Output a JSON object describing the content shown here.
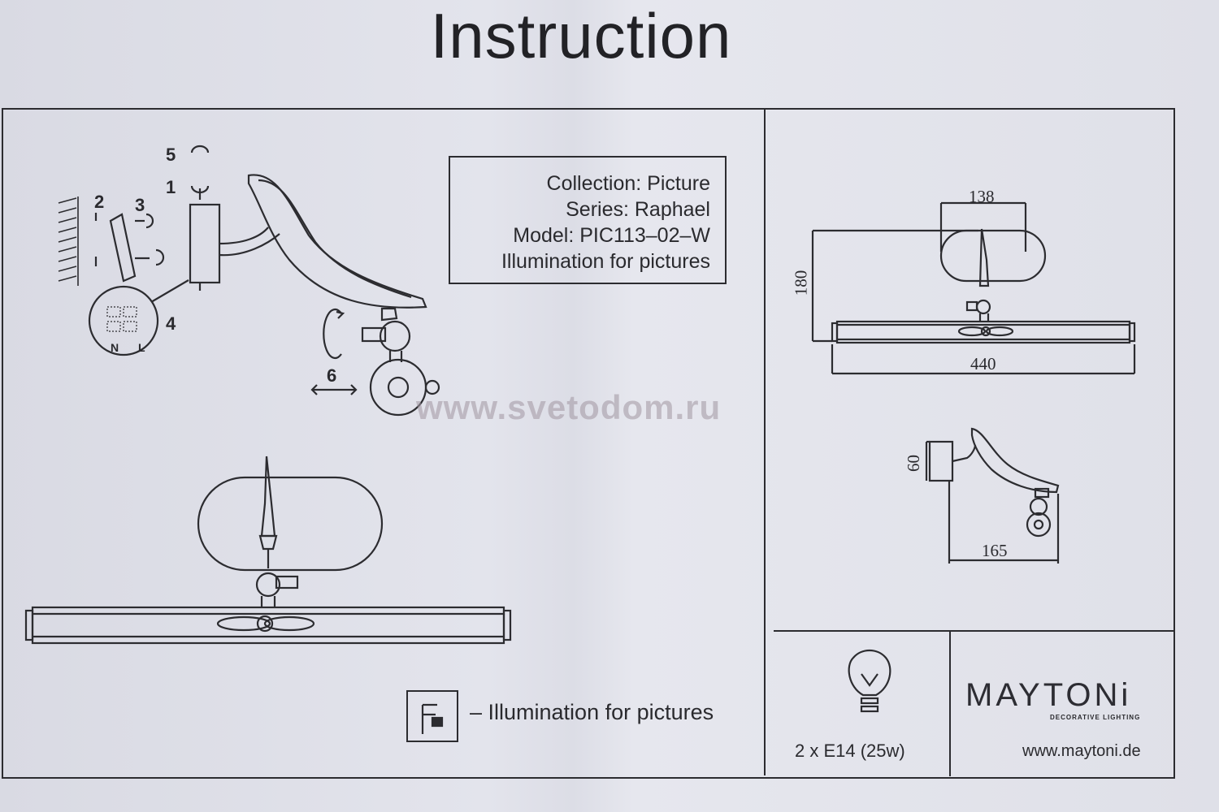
{
  "title": "Instruction",
  "info": {
    "collection": "Collection: Picture",
    "series": "Series: Raphael",
    "model": "Model: PIC113–02–W",
    "purpose": "Illumination for pictures"
  },
  "legend": {
    "text": "– Illumination for pictures"
  },
  "watermark": "www.svetodom.ru",
  "dimensions": {
    "top_width": "138",
    "height": "180",
    "length": "440",
    "depth_height": "60",
    "projection": "165"
  },
  "steps": {
    "s1": "1",
    "s2": "2",
    "s3": "3",
    "s4": "4",
    "s5": "5",
    "s6": "6",
    "n": "N",
    "l": "L"
  },
  "lamp": {
    "spec": "2 x E14 (25w)",
    "icon": "light-bulb-icon"
  },
  "brand": {
    "name": "MAYTONi",
    "tagline": "DECORATIVE LIGHTING",
    "url": "www.maytoni.de"
  }
}
